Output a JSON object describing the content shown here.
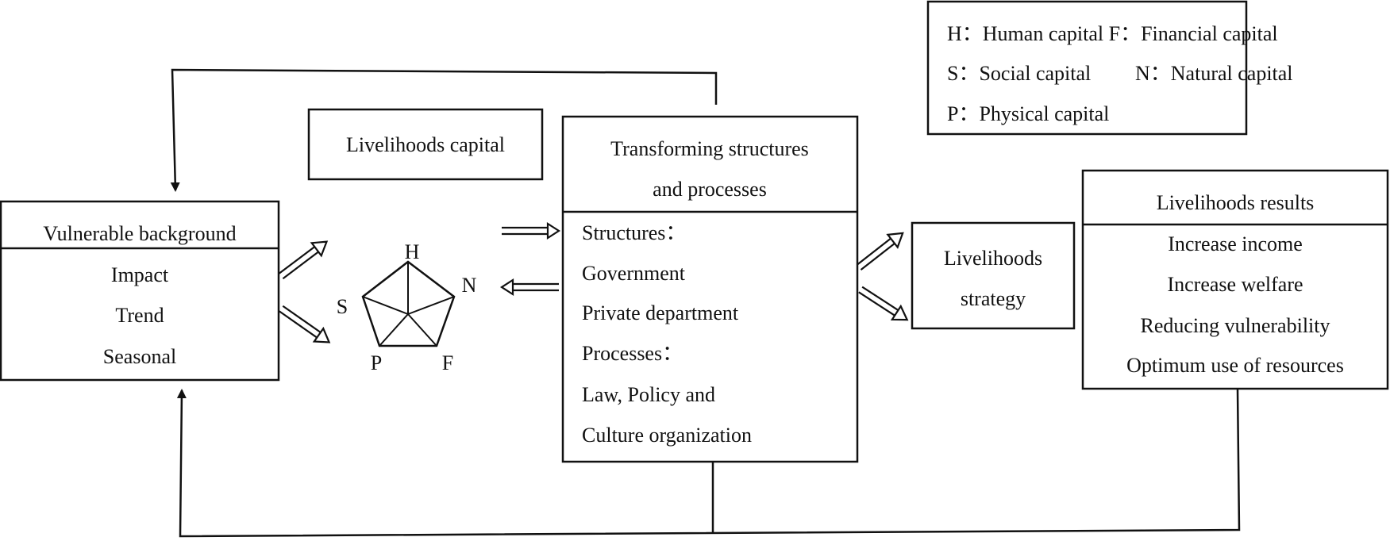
{
  "legend": {
    "line1": "H：Human capital F：Financial capital",
    "line2_a": "S：Social capital",
    "line2_b": "N：Natural capital",
    "line3": "P：Physical capital"
  },
  "livelihoods_capital": {
    "title": "Livelihoods capital",
    "labels": {
      "h": "H",
      "n": "N",
      "s": "S",
      "p": "P",
      "f": "F"
    }
  },
  "vulnerable": {
    "title": "Vulnerable background",
    "items": [
      "Impact",
      "Trend",
      "Seasonal"
    ]
  },
  "transforming": {
    "title_line1": "Transforming structures",
    "title_line2": "and processes",
    "items": [
      "Structures：",
      "Government",
      "Private department",
      "Processes：",
      "Law, Policy and",
      "Culture organization"
    ]
  },
  "strategy": {
    "line1": "Livelihoods",
    "line2": "strategy"
  },
  "results": {
    "title": "Livelihoods results",
    "items": [
      "Increase income",
      "Increase welfare",
      "Reducing vulnerability",
      "Optimum use of resources"
    ]
  }
}
